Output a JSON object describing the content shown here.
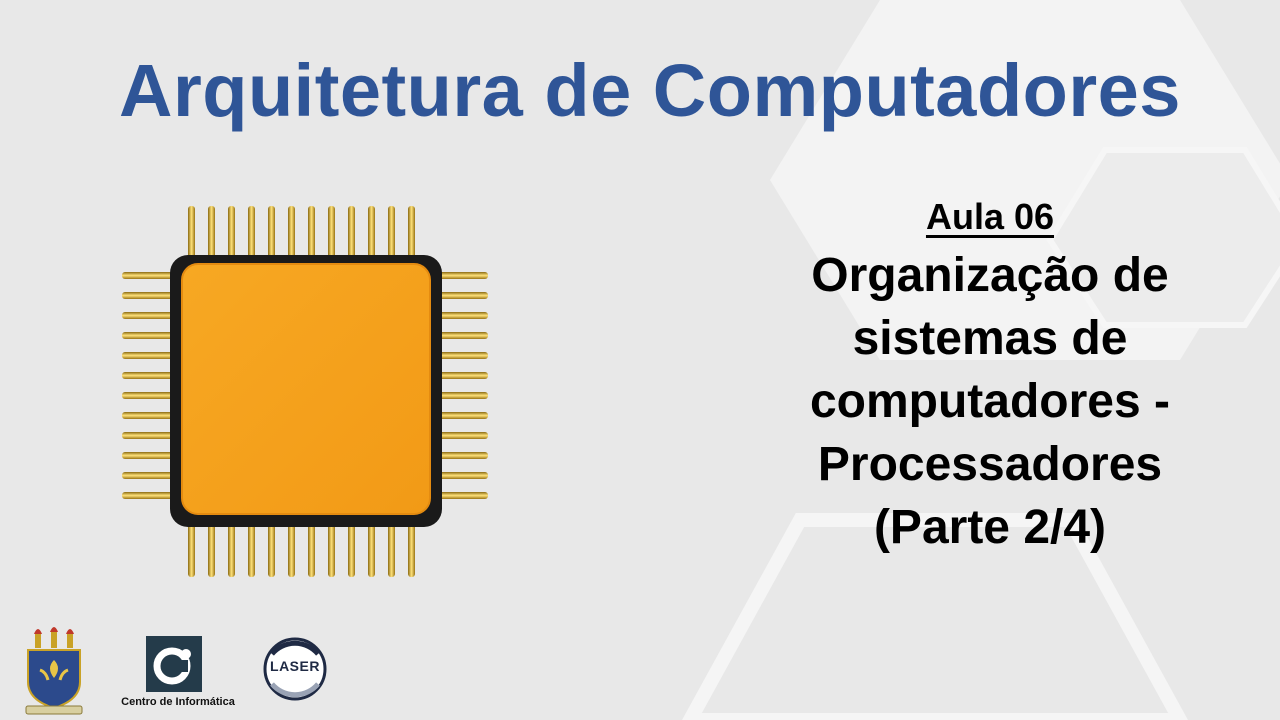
{
  "header": {
    "title": "Arquitetura de Computadores"
  },
  "lesson": {
    "number": "Aula 06",
    "title": "Organização de\nsistemas de\ncomputadores -\nProcessadores\n(Parte 2/4)"
  },
  "illustration": {
    "icon": "processor-chip-icon",
    "colors": {
      "die": "#f5a41f",
      "pins": "#d9a82a"
    }
  },
  "footer": {
    "logos": [
      "ufpb-crest-logo",
      "centro-de-informatica-logo",
      "laser-logo"
    ],
    "ci_caption": "Centro de Informática",
    "laser_label": "LASER"
  },
  "theme": {
    "title_color": "#2f5597",
    "background": "#e8e8e8"
  }
}
